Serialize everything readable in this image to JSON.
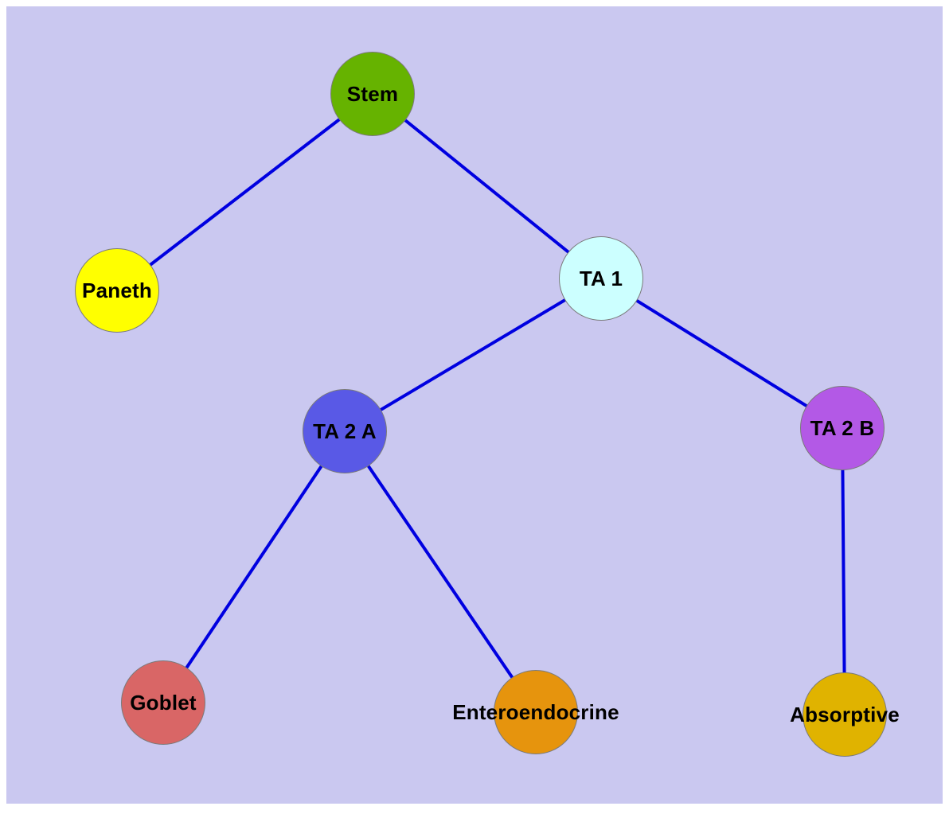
{
  "diagram": {
    "background_color": "#cac8f0",
    "edge_color": "#0000e0",
    "node_border_color": "#7a7a7a",
    "nodes": {
      "stem": {
        "label": "Stem",
        "color": "#66b300"
      },
      "paneth": {
        "label": "Paneth",
        "color": "#ffff00"
      },
      "ta1": {
        "label": "TA 1",
        "color": "#ccffff"
      },
      "ta2a": {
        "label": "TA 2 A",
        "color": "#5959e6"
      },
      "ta2b": {
        "label": "TA 2 B",
        "color": "#b359e6"
      },
      "goblet": {
        "label": "Goblet",
        "color": "#d96666"
      },
      "enteroendocrine": {
        "label": "Enteroendocrine",
        "color": "#e6940d"
      },
      "absorptive": {
        "label": "Absorptive",
        "color": "#e0b300"
      }
    },
    "edges": [
      {
        "from": "Stem",
        "to": "Paneth"
      },
      {
        "from": "Stem",
        "to": "TA 1"
      },
      {
        "from": "TA 1",
        "to": "TA 2 A"
      },
      {
        "from": "TA 1",
        "to": "TA 2 B"
      },
      {
        "from": "TA 2 A",
        "to": "Goblet"
      },
      {
        "from": "TA 2 A",
        "to": "Enteroendocrine"
      },
      {
        "from": "TA 2 B",
        "to": "Absorptive"
      }
    ]
  }
}
